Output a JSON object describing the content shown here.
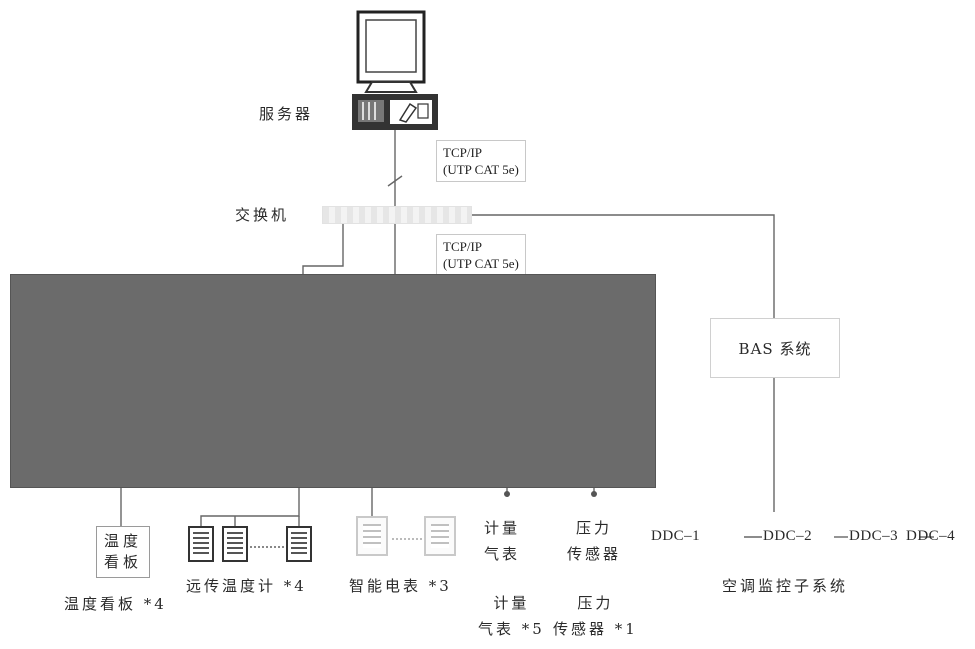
{
  "server": {
    "label": "服务器"
  },
  "switch": {
    "label": "交换机"
  },
  "network_links": {
    "upper": {
      "line1": "TCP/IP",
      "line2": "(UTP CAT 5e)"
    },
    "lower": {
      "line1": "TCP/IP",
      "line2": "(UTP CAT 5e)"
    }
  },
  "bas": {
    "label": "BAS 系统"
  },
  "ddc": [
    "DDC–1",
    "DDC–2",
    "DDC–3",
    "DDC–4"
  ],
  "ac_subsystem": {
    "label": "空调监控子系统"
  },
  "devices": {
    "temp_board": {
      "box_line1": "温度",
      "box_line2": "看板",
      "caption": "温度看板 *4"
    },
    "remote_thermo": {
      "caption": "远传温度计 *4"
    },
    "smart_meter": {
      "caption": "智能电表 *3"
    },
    "gas_meter": {
      "box_line1": "计量",
      "box_line2": "气表",
      "caption_line1": "计量",
      "caption_line2": "气表 *5"
    },
    "pressure_sensor": {
      "box_line1": "压力",
      "box_line2": "传感器",
      "caption_line1": "压力",
      "caption_line2": "传感器 *1"
    }
  },
  "colors": {
    "panel": "#6b6b6b",
    "line": "#666666",
    "text": "#2a2a2a"
  }
}
